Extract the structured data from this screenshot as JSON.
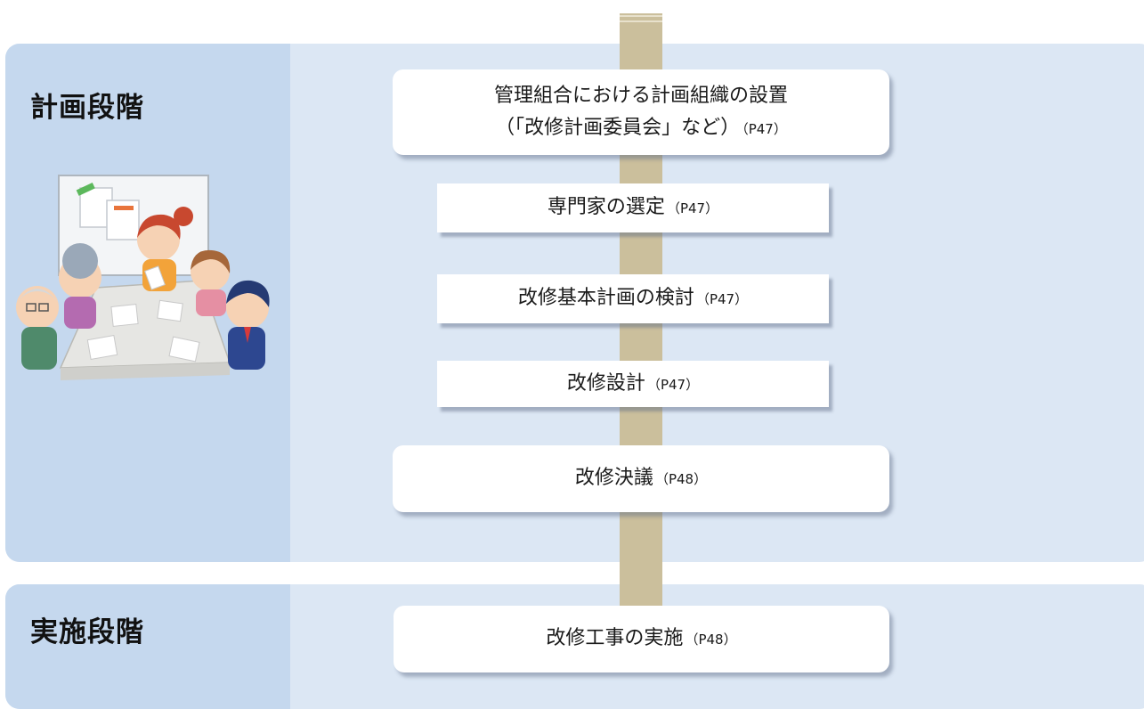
{
  "phases": {
    "plan": {
      "title": "計画段階"
    },
    "exec": {
      "title": "実施段階"
    }
  },
  "steps": {
    "s1": {
      "line1": "管理組合における計画組織の設置",
      "line2": "（「改修計画委員会」など）",
      "page": "（P47）"
    },
    "s2": {
      "label": "専門家の選定",
      "page": "（P47）"
    },
    "s3": {
      "label": "改修基本計画の検討",
      "page": "（P47）"
    },
    "s4": {
      "label": "改修設計",
      "page": "（P47）"
    },
    "s5": {
      "label": "改修決議",
      "page": "（P48）"
    },
    "s6": {
      "label": "改修工事の実施",
      "page": "（P48）"
    }
  },
  "colors": {
    "phase_bg": "#dce7f4",
    "phase_side": "#c5d8ee",
    "spine": "#cbbf9c",
    "box": "#ffffff"
  }
}
